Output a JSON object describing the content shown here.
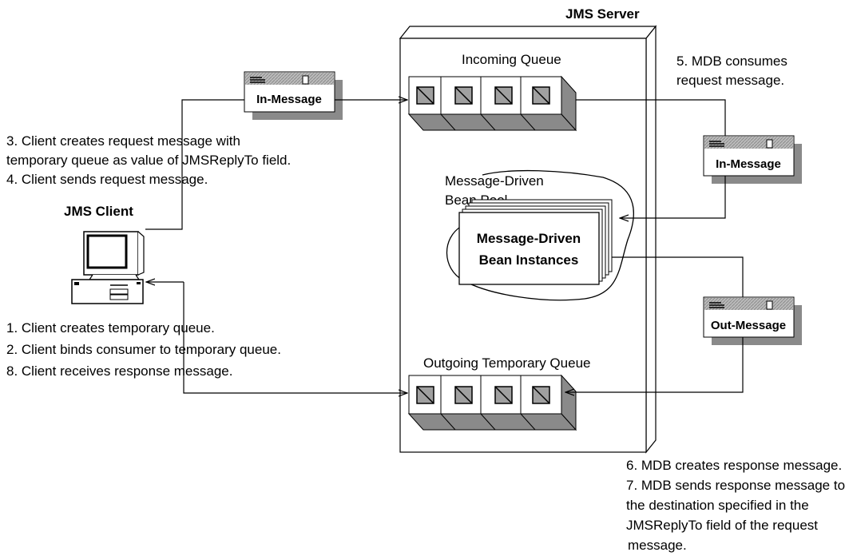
{
  "server": {
    "title": "JMS Server"
  },
  "client": {
    "title": "JMS Client"
  },
  "queues": {
    "incoming": "Incoming Queue",
    "outgoing": "Outgoing Temporary Queue"
  },
  "pool": {
    "label_line1": "Message-Driven",
    "label_line2": "Bean Pool",
    "instances_line1": "Message-Driven",
    "instances_line2": "Bean Instances"
  },
  "messages": {
    "in_left": "In-Message",
    "in_right": "In-Message",
    "out_right": "Out-Message"
  },
  "notes": {
    "step3_line1": "3. Client creates request message with",
    "step3_line2": "temporary queue as value of JMSReplyTo field.",
    "step4": "4. Client sends request message.",
    "step1": "1. Client creates temporary queue.",
    "step2": "2. Client binds consumer to temporary queue.",
    "step8": "8. Client receives response message.",
    "step5_line1": "5. MDB consumes",
    "step5_line2": "request message.",
    "step6": "6. MDB creates response message.",
    "step7_line1": "7. MDB sends response message to",
    "step7_line2": "the destination specified in the",
    "step7_line3": "JMSReplyTo field of the request",
    "step7_line4": "message."
  }
}
